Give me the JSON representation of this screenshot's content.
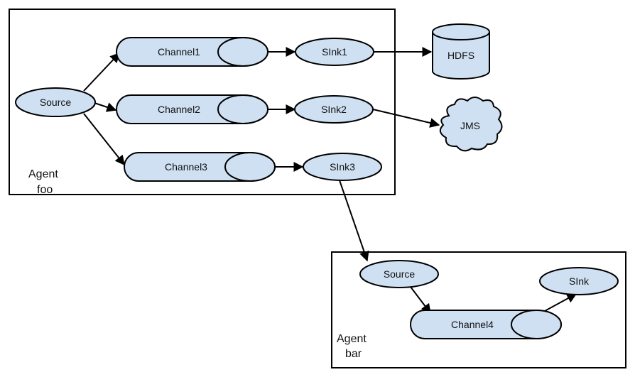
{
  "agent_foo": {
    "label_line1": "Agent",
    "label_line2": "foo"
  },
  "agent_bar": {
    "label_line1": "Agent",
    "label_line2": "bar"
  },
  "foo": {
    "source": "Source",
    "channels": [
      "Channel1",
      "Channel2",
      "Channel3"
    ],
    "sinks": [
      "SInk1",
      "SInk2",
      "SInk3"
    ]
  },
  "destinations": {
    "hdfs": "HDFS",
    "jms": "JMS"
  },
  "bar": {
    "source": "Source",
    "channel": "Channel4",
    "sink": "SInk"
  },
  "colors": {
    "node_fill": "#cfe0f3",
    "stroke": "#000000",
    "background": "#ffffff"
  }
}
